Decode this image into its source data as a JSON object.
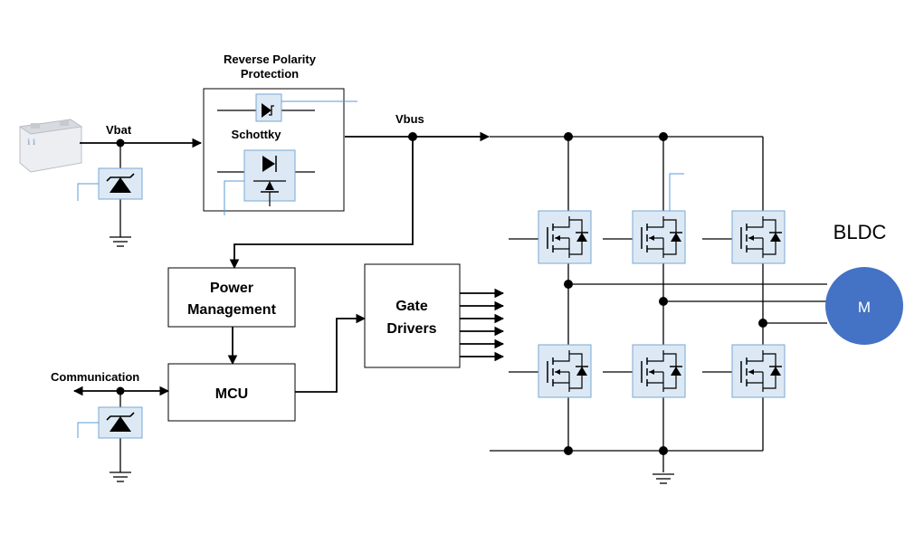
{
  "labels": {
    "vbat": "Vbat",
    "vbus": "Vbus",
    "reverse_polarity_line1": "Reverse Polarity",
    "reverse_polarity_line2": "Protection",
    "schottky": "Schottky",
    "power_management_line1": "Power",
    "power_management_line2": "Management",
    "mcu": "MCU",
    "gate_drivers_line1": "Gate",
    "gate_drivers_line2": "Drivers",
    "communication": "Communication",
    "bldc": "BLDC",
    "motor": "M"
  },
  "colors": {
    "component_fill": "#dce9f5",
    "component_border": "#7aa7d4",
    "motor": "#4472c4",
    "wire": "#000000",
    "signal_wire": "#5b9bd5"
  },
  "icons": [
    "battery-icon",
    "tvs-diode-icon",
    "schottky-diode-icon",
    "pmos-switch-icon",
    "mosfet-icon",
    "ground-icon",
    "motor-icon"
  ]
}
